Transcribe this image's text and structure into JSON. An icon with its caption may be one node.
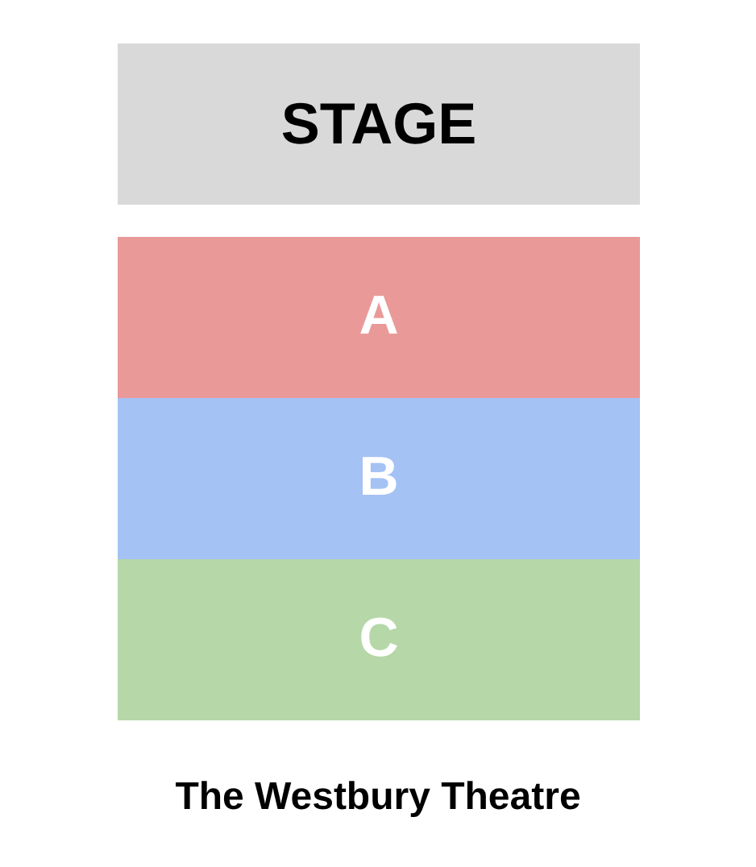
{
  "diagram": {
    "caption": "The Westbury Theatre",
    "nodes": [
      {
        "text": [
          "STAGE"
        ]
      },
      {
        "text": [
          "A"
        ]
      },
      {
        "text": [
          "B"
        ]
      },
      {
        "text": [
          "C"
        ]
      }
    ]
  }
}
